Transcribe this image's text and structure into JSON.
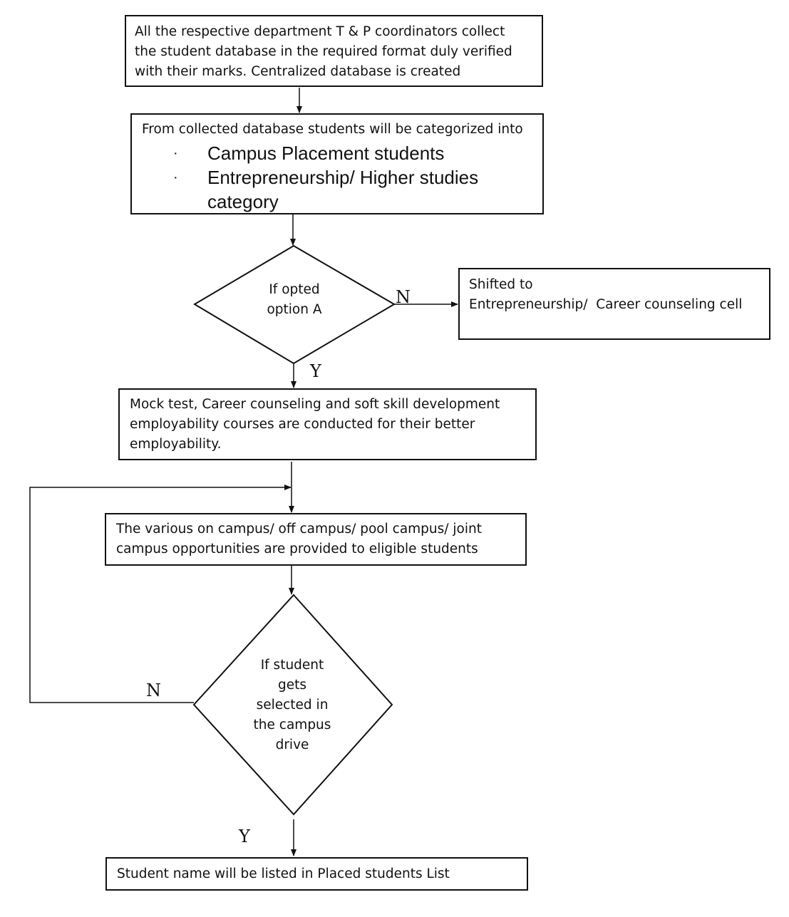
{
  "steps": {
    "collect": {
      "lines": [
        "All the respective department T & P coordinators collect",
        "the student database in the required format duly verified",
        "with their marks. Centralized database is created"
      ]
    },
    "categorize": {
      "intro": "From collected database students will be categorized into",
      "bullet": "·",
      "items": [
        [
          "Campus Placement students"
        ],
        [
          "Entrepreneurship/ Higher studies",
          "category"
        ]
      ]
    },
    "shifted": {
      "lines": [
        "Shifted to",
        "Entrepreneurship/  Career counseling cell"
      ]
    },
    "training": {
      "lines": [
        "Mock test, Career counseling and soft skill development",
        "employability courses are conducted for their better",
        "employability."
      ]
    },
    "opportunities": {
      "lines": [
        "The various on campus/ off campus/ pool campus/ joint",
        "campus opportunities are provided to eligible students"
      ]
    },
    "placed": {
      "text": "Student name will be listed in Placed students List"
    }
  },
  "decisions": {
    "option_a": {
      "lines": [
        "If opted",
        "option A"
      ],
      "yes_label": "Y",
      "no_label": "N"
    },
    "selected": {
      "lines": [
        "If student",
        "gets",
        "selected in",
        "the campus",
        "drive"
      ],
      "yes_label": "Y",
      "no_label": "N"
    }
  }
}
